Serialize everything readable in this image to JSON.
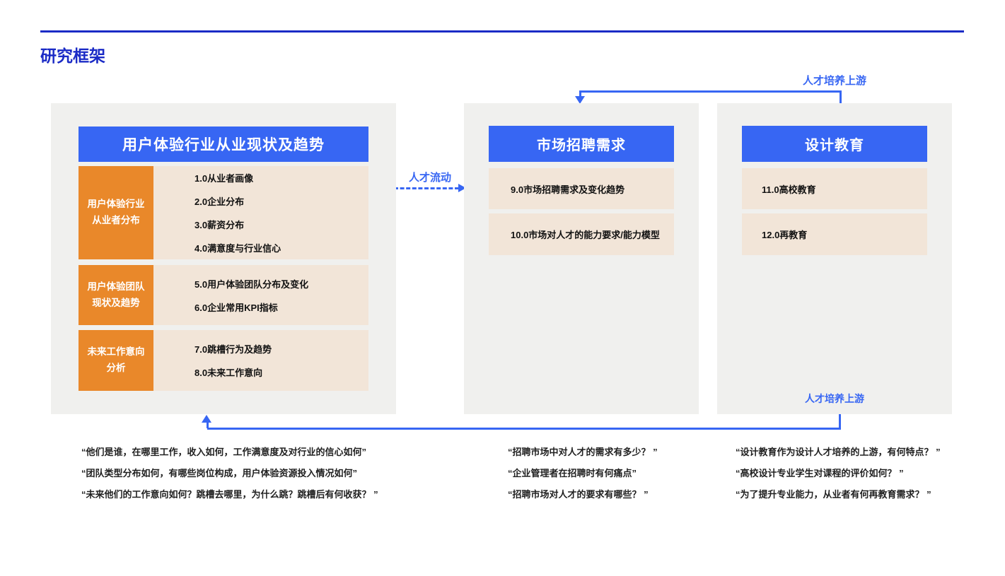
{
  "page": {
    "title": "研究框架"
  },
  "labels": {
    "talent_upstream_top": "人才培养上游",
    "talent_flow": "人才流动",
    "talent_upstream_bottom": "人才培养上游"
  },
  "panels": {
    "left": {
      "header": "用户体验行业从业现状及趋势",
      "rows": [
        {
          "label_line1": "用户体验行业",
          "label_line2": "从业者分布",
          "items": [
            "1.0从业者画像",
            "2.0企业分布",
            "3.0薪资分布",
            "4.0满意度与行业信心"
          ]
        },
        {
          "label_line1": "用户体验团队",
          "label_line2": "现状及趋势",
          "items": [
            "5.0用户体验团队分布及变化",
            "6.0企业常用KPI指标"
          ]
        },
        {
          "label_line1": "未来工作意向",
          "label_line2": "分析",
          "items": [
            "7.0跳槽行为及趋势",
            "8.0未来工作意向"
          ]
        }
      ]
    },
    "middle": {
      "header": "市场招聘需求",
      "items": [
        "9.0市场招聘需求及变化趋势",
        "10.0市场对人才的能力要求/能力模型"
      ]
    },
    "right": {
      "header": "设计教育",
      "items": [
        "11.0高校教育",
        "12.0再教育"
      ]
    }
  },
  "quotes": {
    "left": [
      "“他们是谁，在哪里工作，收入如何，工作满意度及对行业的信心如何”",
      "“团队类型分布如何，有哪些岗位构成，用户体验资源投入情况如何”",
      "“未来他们的工作意向如何？跳槽去哪里，为什么跳？跳槽后有何收获？ ”"
    ],
    "middle": [
      "“招聘市场中对人才的需求有多少？ ”",
      "“企业管理者在招聘时有何痛点”",
      "“招聘市场对人才的要求有哪些？ ”"
    ],
    "right": [
      "“设计教育作为设计人才培养的上游，有何特点？ ”",
      "“高校设计专业学生对课程的评价如何？ ”",
      "“为了提升专业能力，从业者有何再教育需求？ ”"
    ]
  },
  "colors": {
    "accent_blue": "#3766F3",
    "dark_blue": "#1B2BC6",
    "orange": "#E9882A",
    "beige": "#F2E5D8",
    "panel_gray": "#F0F0EE",
    "text_dark": "#1F1F1F"
  }
}
